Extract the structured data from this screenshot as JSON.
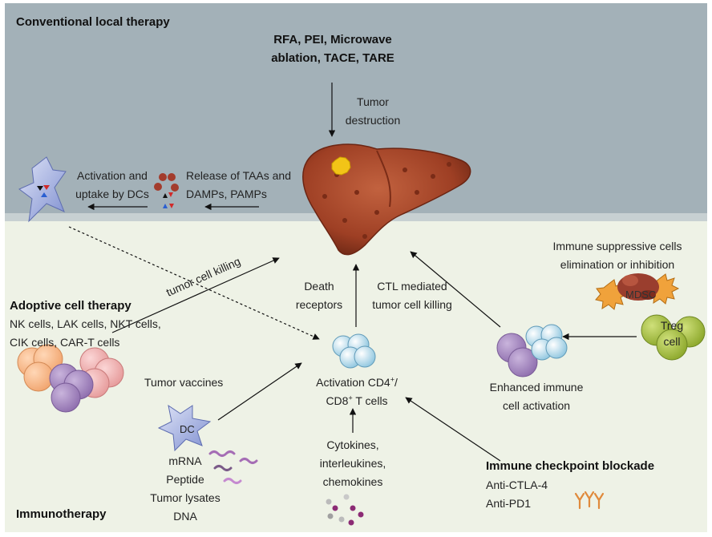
{
  "sections": {
    "top_title": "Conventional local therapy",
    "bottom_title": "Immunotherapy"
  },
  "top": {
    "therapies_line1": "RFA, PEI, Microwave",
    "therapies_line2": "ablation, TACE, TARE",
    "tumor_destruction_line1": "Tumor",
    "tumor_destruction_line2": "destruction",
    "release_line1": "Release of TAAs and",
    "release_line2": "DAMPs, PAMPs",
    "activation_dc_line1": "Activation and",
    "activation_dc_line2": "uptake by DCs"
  },
  "center": {
    "death_line1": "Death",
    "death_line2": "receptors",
    "ctl_line1": "CTL mediated",
    "ctl_line2": "tumor cell killing",
    "activation_prefix": "Activation CD4",
    "activation_sup1": "+",
    "activation_suffix1": "/",
    "activation_cd8": "CD8",
    "activation_sup2": "+",
    "activation_suffix2": " T cells",
    "tumor_cell_killing": "tumor cell killing"
  },
  "adoptive": {
    "title": "Adoptive cell therapy",
    "line1": "NK cells, LAK cells, NKT cells,",
    "line2": "CIK cells, CAR-T cells"
  },
  "vaccines": {
    "title": "Tumor vaccines",
    "dc_label": "DC",
    "items": [
      "mRNA",
      "Peptide",
      "Tumor lysates",
      "DNA"
    ]
  },
  "cytokines": {
    "line1": "Cytokines,",
    "line2": "interleukines,",
    "line3": "chemokines"
  },
  "suppressive": {
    "line1": "Immune suppressive cells",
    "line2": "elimination or inhibition",
    "mdsc": "MDSC",
    "treg_line1": "Treg",
    "treg_line2": "cell",
    "enhanced_line1": "Enhanced immune",
    "enhanced_line2": "cell activation"
  },
  "checkpoint": {
    "title": "Immune checkpoint blockade",
    "item1": "Anti-CTLA-4",
    "item2": "Anti-PD1"
  },
  "colors": {
    "top_bg": "#a3b1b8",
    "bottom_bg": "#eef2e6",
    "liver": "#a5452a",
    "tumor": "#f2c417"
  }
}
